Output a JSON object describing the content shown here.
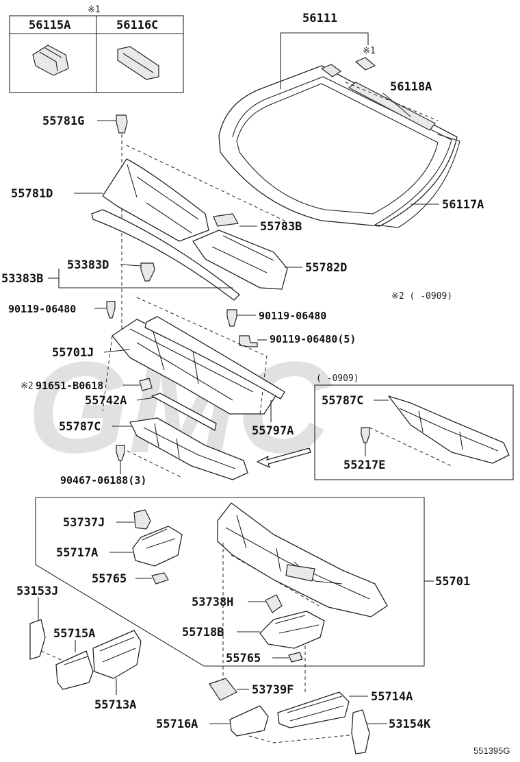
{
  "inset_top": {
    "note": "※1",
    "parts": [
      "56115A",
      "56116C"
    ]
  },
  "inset_right": {
    "range": "(    -0909)",
    "labels": [
      "55787C",
      "55217E"
    ]
  },
  "note_range": "※2 (    -0909)",
  "watermark": "GMC",
  "callouts": {
    "p56111": "56111",
    "p56118A": "56118A",
    "p56117A": "56117A",
    "p55781G": "55781G",
    "p55781D": "55781D",
    "p55783B": "55783B",
    "p55782D": "55782D",
    "p53383D": "53383D",
    "p53383B": "53383B",
    "p90119a": "90119-06480",
    "p90119b": "90119-06480",
    "p90119c": "90119-06480(5)",
    "p55701J": "55701J",
    "p91651": "91651-B0618",
    "p55742A": "55742A",
    "p55787C": "55787C",
    "p55797A": "55797A",
    "p90467": "90467-06188(3)",
    "p53737J": "53737J",
    "p55717A": "55717A",
    "p55765a": "55765",
    "p55701": "55701",
    "p53738H": "53738H",
    "p55718B": "55718B",
    "p55765b": "55765",
    "p53153J": "53153J",
    "p55715A": "55715A",
    "p55713A": "55713A",
    "p53739F": "53739F",
    "p55714A": "55714A",
    "p55716A": "55716A",
    "p53154K": "53154K"
  },
  "markers": {
    "ref1": "※1",
    "ref2": "※2"
  },
  "diagram_code": "551395G"
}
